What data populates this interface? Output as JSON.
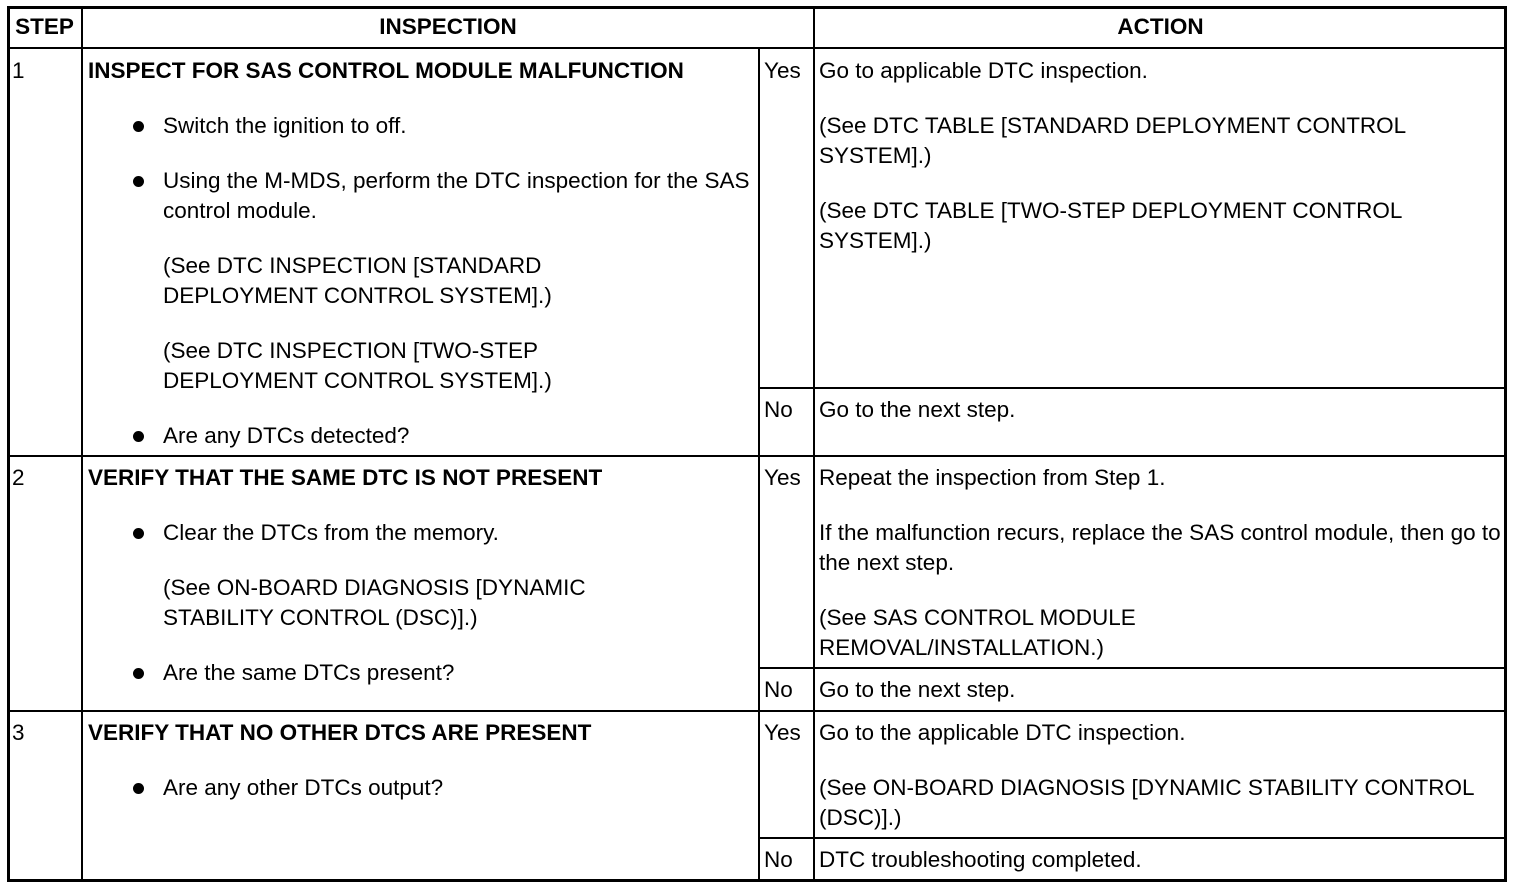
{
  "headers": {
    "step": "STEP",
    "inspection": "INSPECTION",
    "action": "ACTION"
  },
  "rows": [
    {
      "step": "1",
      "title": "INSPECT FOR SAS CONTROL MODULE MALFUNCTION",
      "items": [
        {
          "type": "bullet",
          "text": "Switch the ignition to off."
        },
        {
          "type": "bullet",
          "text": "Using the M-MDS, perform the DTC inspection for the SAS control module."
        },
        {
          "type": "sub",
          "text": "(See DTC INSPECTION [STANDARD DEPLOYMENT CONTROL SYSTEM].)"
        },
        {
          "type": "sub",
          "text": "(See DTC INSPECTION [TWO-STEP DEPLOYMENT CONTROL SYSTEM].)"
        },
        {
          "type": "bullet",
          "text": "Are any DTCs detected?"
        }
      ],
      "yes_label": "Yes",
      "yes_action": [
        "Go to applicable DTC inspection.",
        "(See DTC TABLE [STANDARD DEPLOYMENT CONTROL SYSTEM].)",
        "(See DTC TABLE [TWO-STEP DEPLOYMENT CONTROL SYSTEM].)"
      ],
      "no_label": "No",
      "no_action": [
        "Go to the next step."
      ]
    },
    {
      "step": "2",
      "title": "VERIFY THAT THE SAME DTC IS NOT PRESENT",
      "items": [
        {
          "type": "bullet",
          "text": "Clear the DTCs from the memory."
        },
        {
          "type": "sub",
          "text": "(See ON-BOARD DIAGNOSIS [DYNAMIC STABILITY CONTROL (DSC)].)"
        },
        {
          "type": "bullet",
          "text": "Are the same DTCs present?"
        }
      ],
      "yes_label": "Yes",
      "yes_action": [
        "Repeat the inspection from Step 1.",
        "If the malfunction recurs, replace the SAS control module, then go to the next step.",
        "(See SAS CONTROL MODULE REMOVAL/INSTALLATION.)"
      ],
      "no_label": "No",
      "no_action": [
        "Go to the next step."
      ]
    },
    {
      "step": "3",
      "title": "VERIFY THAT NO OTHER DTCS ARE PRESENT",
      "items": [
        {
          "type": "bullet",
          "text": "Are any other DTCs output?"
        }
      ],
      "yes_label": "Yes",
      "yes_action": [
        "Go to the applicable DTC inspection.",
        "(See ON-BOARD DIAGNOSIS [DYNAMIC STABILITY CONTROL (DSC)].)"
      ],
      "no_label": "No",
      "no_action": [
        "DTC troubleshooting completed."
      ]
    }
  ]
}
